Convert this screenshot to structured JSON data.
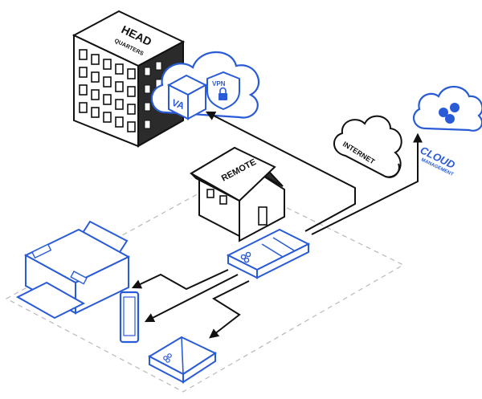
{
  "labels": {
    "headquarters_line1": "HEAD",
    "headquarters_line2": "QUARTERS",
    "remote": "REMOTE",
    "internet": "INTERNET",
    "vpn": "VPN",
    "va": "VA",
    "cloud_line1": "CLOUD",
    "cloud_line2": "MANAGEMENT"
  },
  "colors": {
    "accent": "#2a5bd7",
    "ink": "#111111",
    "dash": "#b8b8b8"
  },
  "icons": [
    "building-icon",
    "cloud-icon",
    "vpn-shield-icon",
    "lock-icon",
    "va-cube-icon",
    "house-icon",
    "router-icon",
    "printer-icon",
    "phone-icon",
    "access-point-icon"
  ]
}
